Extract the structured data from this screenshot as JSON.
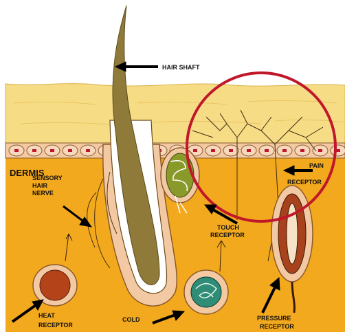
{
  "labels": {
    "hair_shaft": "HAIR SHAFT",
    "dermis": "DERMIS",
    "pain_1": "PAIN",
    "pain_2": "RECEPTOR",
    "sensory_1": "SENSORY",
    "sensory_2": "HAIR",
    "sensory_3": "NERVE",
    "touch_1": "TOUCH",
    "touch_2": "RECEPTOR",
    "heat_1": "HEAT",
    "heat_2": "RECEPTOR",
    "cold": "COLD",
    "pressure_1": "PRESSURE",
    "pressure_2": "RECEPTOR"
  },
  "colors": {
    "epidermis": "#f7dc86",
    "dermis": "#f3a91d",
    "cell_band": "#f3c9a4",
    "cell_outline": "#8a5a2a",
    "hair": "#8f7a3a",
    "follicle_sheath": "#ffffff",
    "highlight_circle": "#c0182a",
    "heat_receptor": "#b5431a",
    "pressure_receptor": "#a8421c",
    "cold_receptor": "#2e8c77",
    "touch_receptor": "#8a9a2a",
    "nerve": "#4a3010"
  }
}
